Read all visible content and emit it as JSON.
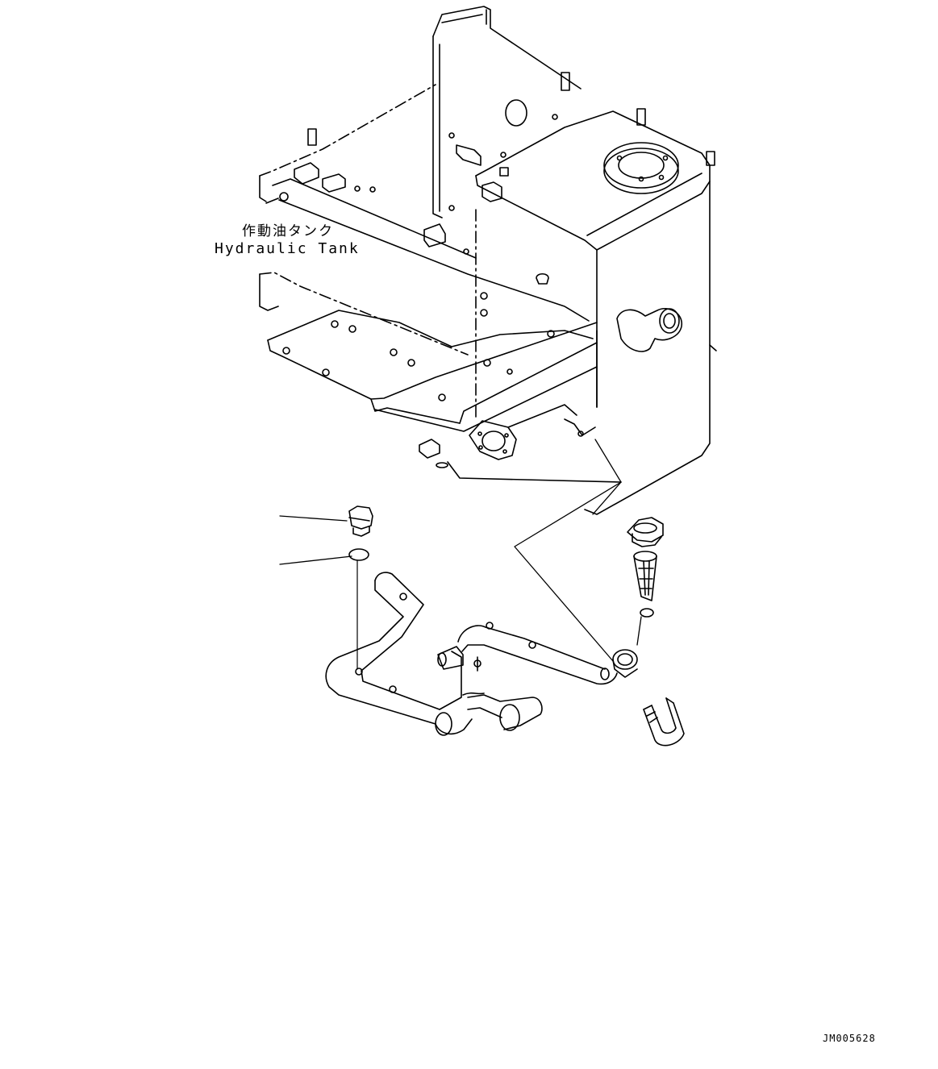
{
  "labels": {
    "tank_jp": "作動油タンク",
    "tank_en": "Hydraulic Tank"
  },
  "drawing_code": "JM005628",
  "colors": {
    "line": "#000000",
    "background": "#ffffff"
  },
  "parts": [
    "drain-plug",
    "o-ring",
    "suction-pipe",
    "filler-cap",
    "strainer",
    "filler-neck",
    "hose"
  ]
}
